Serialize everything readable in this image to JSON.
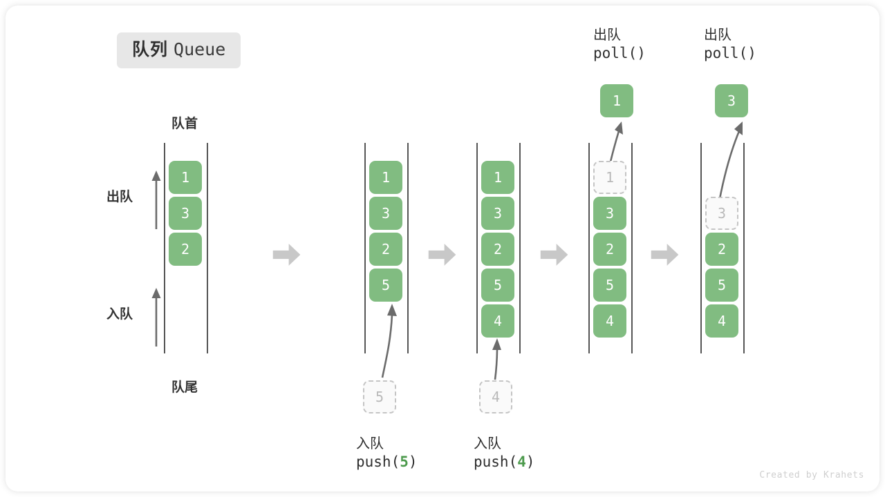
{
  "title": {
    "cn": "队列",
    "en": "Queue"
  },
  "labels": {
    "front": "队首",
    "rear": "队尾",
    "dequeue": "出队",
    "enqueue": "入队"
  },
  "operations": {
    "push5": {
      "cn": "入队",
      "fn": "push(",
      "arg": "5",
      "close": ")"
    },
    "push4": {
      "cn": "入队",
      "fn": "push(",
      "arg": "4",
      "close": ")"
    },
    "poll1": {
      "cn": "出队",
      "code": "poll()"
    },
    "poll2": {
      "cn": "出队",
      "code": "poll()"
    }
  },
  "results": {
    "first_poll_value": "1",
    "second_poll_value": "3"
  },
  "ghosts": {
    "push5_incoming": "5",
    "push4_incoming": "4",
    "poll1_leaving": "1",
    "poll2_leaving": "3"
  },
  "columns": [
    {
      "name": "initial",
      "cells": [
        "1",
        "3",
        "2"
      ]
    },
    {
      "name": "after-push5",
      "cells": [
        "1",
        "3",
        "2",
        "5"
      ]
    },
    {
      "name": "after-push4",
      "cells": [
        "1",
        "3",
        "2",
        "5",
        "4"
      ]
    },
    {
      "name": "polling-1",
      "cells": [
        "1",
        "3",
        "2",
        "5",
        "4"
      ]
    },
    {
      "name": "polling-3",
      "cells": [
        "3",
        "2",
        "5",
        "4"
      ]
    }
  ],
  "colors": {
    "cell_green": "#81bc81",
    "accent_green": "#4c9a4c",
    "ghost_gray": "#c4c4c4",
    "rail_gray": "#555555",
    "arrow_gray": "#c8c8c8",
    "badge_bg": "#e7e7e7"
  },
  "credit": "Created by Krahets"
}
